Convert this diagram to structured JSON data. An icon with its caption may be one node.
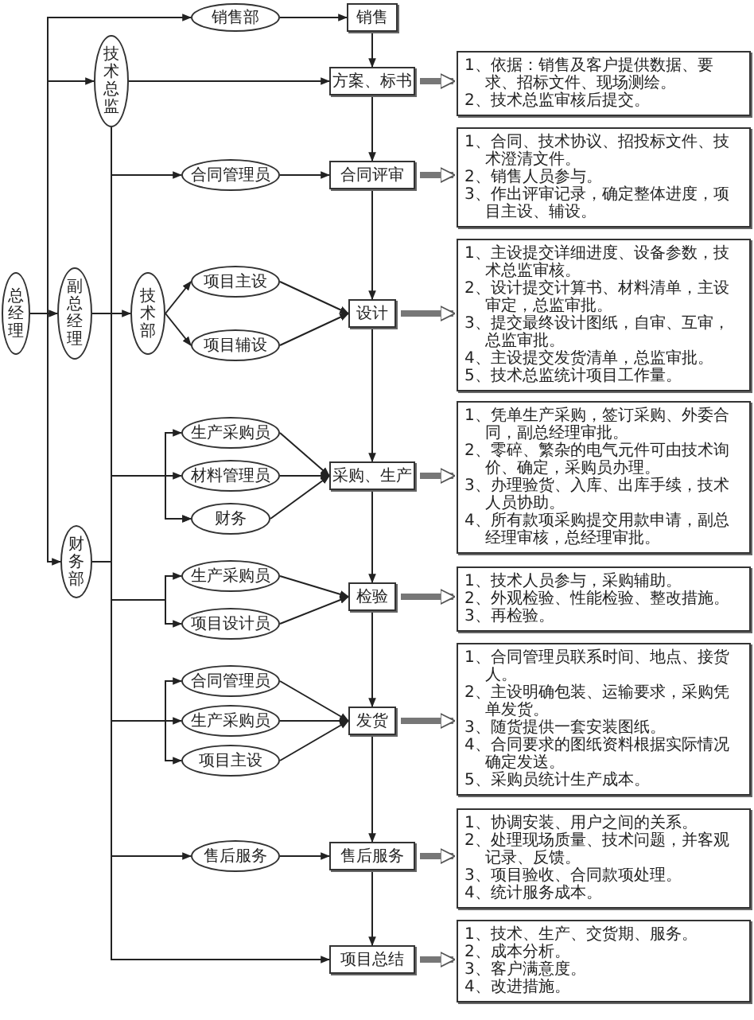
{
  "diagram": {
    "nodes": [
      {
        "text": [
          "总经理"
        ]
      },
      {
        "text": [
          "技术总监"
        ]
      },
      {
        "text": [
          "副总经理"
        ]
      },
      {
        "text": [
          "财务部"
        ]
      },
      {
        "text": [
          "技术部"
        ]
      },
      {
        "text": [
          "销售部"
        ]
      },
      {
        "text": [
          "合同管理员"
        ]
      },
      {
        "text": [
          "项目主设"
        ]
      },
      {
        "text": [
          "项目辅设"
        ]
      },
      {
        "text": [
          "生产采购员"
        ]
      },
      {
        "text": [
          "材料管理员"
        ]
      },
      {
        "text": [
          "财务"
        ]
      },
      {
        "text": [
          "生产采购员"
        ]
      },
      {
        "text": [
          "项目设计员"
        ]
      },
      {
        "text": [
          "合同管理员"
        ]
      },
      {
        "text": [
          "生产采购员"
        ]
      },
      {
        "text": [
          "项目主设"
        ]
      },
      {
        "text": [
          "售后服务"
        ]
      },
      {
        "text": [
          "销售"
        ]
      },
      {
        "text": [
          "方案、标书"
        ]
      },
      {
        "text": [
          "合同评审"
        ]
      },
      {
        "text": [
          "设计"
        ]
      },
      {
        "text": [
          "采购、生产"
        ]
      },
      {
        "text": [
          "检验"
        ]
      },
      {
        "text": [
          "发货"
        ]
      },
      {
        "text": [
          "售后服务"
        ]
      },
      {
        "text": [
          "项目总结"
        ]
      },
      {
        "text": [
          "1、依据：销售及客户提供数据、要求、招标文件、现场测绘。",
          "2、技术总监审核后提交。"
        ]
      },
      {
        "text": [
          "1、合同、技术协议、招投标文件、技术澄清文件。",
          "2、销售人员参与。",
          "3、作出评审记录，确定整体进度，项目主设、辅设。"
        ]
      },
      {
        "text": [
          "1、主设提交详细进度、设备参数，技术总监审核。",
          "2、设计提交计算书、材料清单，主设审定，总监审批。",
          "3、提交最终设计图纸，自审、互审，总监审批。",
          "4、主设提交发货清单，总监审批。",
          "5、技术总监统计项目工作量。"
        ]
      },
      {
        "text": [
          "1、凭单生产采购，签订采购、外委合同，副总经理审批。",
          "2、零碎、繁杂的电气元件可由技术询价、确定，采购员办理。",
          "3、办理验货、入库、出库手续，技术人员协助。",
          "4、所有款项采购提交用款申请，副总经理审核，总经理审批。"
        ]
      },
      {
        "text": [
          "1、技术人员参与，采购辅助。",
          "2、外观检验、性能检验、整改措施。",
          "3、再检验。"
        ]
      },
      {
        "text": [
          "1、合同管理员联系时间、地点、接货人。",
          "2、主设明确包装、运输要求，采购凭单发货。",
          "3、随货提供一套安装图纸。",
          "4、合同要求的图纸资料根据实际情况确定发送。",
          "5、采购员统计生产成本。"
        ]
      },
      {
        "text": [
          "1、协调安装、用户之间的关系。",
          "2、处理现场质量、技术问题，并客观记录、反馈。",
          "3、项目验收、合同款项处理。",
          "4、统计服务成本。"
        ]
      },
      {
        "text": [
          "1、技术、生产、交货期、服务。",
          "2、成本分析。",
          "3、客户满意度。",
          "4、改进措施。"
        ]
      }
    ],
    "edges": [
      {
        "from": 0,
        "to": 5,
        "arrow": "to"
      },
      {
        "from": 0,
        "to": 1,
        "arrow": "to"
      },
      {
        "from": 0,
        "to": 2,
        "arrow": "to"
      },
      {
        "from": 0,
        "to": 3,
        "arrow": "to"
      },
      {
        "from": 1,
        "to": 19,
        "arrow": "to"
      },
      {
        "from": 5,
        "to": 18,
        "arrow": "to"
      },
      {
        "from": 18,
        "to": 19,
        "arrow": "to"
      },
      {
        "from": 1,
        "to": 6,
        "arrow": "to"
      },
      {
        "from": 6,
        "to": 20,
        "arrow": "to"
      },
      {
        "from": 19,
        "to": 20,
        "arrow": "to"
      },
      {
        "from": 2,
        "to": 4,
        "arrow": "to"
      },
      {
        "from": 4,
        "to": 7,
        "arrow": "to"
      },
      {
        "from": 4,
        "to": 8,
        "arrow": "to"
      },
      {
        "from": 7,
        "to": 21,
        "arrow": "to"
      },
      {
        "from": 8,
        "to": 21,
        "arrow": "to"
      },
      {
        "from": 20,
        "to": 21,
        "arrow": "to"
      },
      {
        "from": 1,
        "to": 9,
        "arrow": "to"
      },
      {
        "from": 1,
        "to": 10,
        "arrow": "to"
      },
      {
        "from": 1,
        "to": 11,
        "arrow": "to"
      },
      {
        "from": 3,
        "to": 11,
        "arrow": "to"
      },
      {
        "from": 9,
        "to": 22,
        "arrow": "to"
      },
      {
        "from": 10,
        "to": 22,
        "arrow": "to"
      },
      {
        "from": 11,
        "to": 22,
        "arrow": "to"
      },
      {
        "from": 21,
        "to": 22,
        "arrow": "to"
      },
      {
        "from": 1,
        "to": 12,
        "arrow": "to"
      },
      {
        "from": 1,
        "to": 13,
        "arrow": "to"
      },
      {
        "from": 12,
        "to": 23,
        "arrow": "to"
      },
      {
        "from": 13,
        "to": 23,
        "arrow": "to"
      },
      {
        "from": 22,
        "to": 23,
        "arrow": "to"
      },
      {
        "from": 1,
        "to": 14,
        "arrow": "to"
      },
      {
        "from": 1,
        "to": 15,
        "arrow": "to"
      },
      {
        "from": 1,
        "to": 16,
        "arrow": "to"
      },
      {
        "from": 14,
        "to": 24,
        "arrow": "to"
      },
      {
        "from": 15,
        "to": 24,
        "arrow": "to"
      },
      {
        "from": 16,
        "to": 24,
        "arrow": "to"
      },
      {
        "from": 23,
        "to": 24,
        "arrow": "to"
      },
      {
        "from": 1,
        "to": 17,
        "arrow": "to"
      },
      {
        "from": 17,
        "to": 25,
        "arrow": "to"
      },
      {
        "from": 24,
        "to": 25,
        "arrow": "to"
      },
      {
        "from": 1,
        "to": 26,
        "arrow": "to"
      },
      {
        "from": 25,
        "to": 26,
        "arrow": "to"
      },
      {
        "from": 19,
        "to": 27,
        "arrow": "to",
        "style": "thick"
      },
      {
        "from": 20,
        "to": 28,
        "arrow": "to",
        "style": "thick"
      },
      {
        "from": 21,
        "to": 29,
        "arrow": "to",
        "style": "thick"
      },
      {
        "from": 22,
        "to": 30,
        "arrow": "to",
        "style": "thick"
      },
      {
        "from": 23,
        "to": 31,
        "arrow": "to",
        "style": "thick"
      },
      {
        "from": 24,
        "to": 32,
        "arrow": "to",
        "style": "thick"
      },
      {
        "from": 25,
        "to": 33,
        "arrow": "to",
        "style": "thick"
      },
      {
        "from": 26,
        "to": 34,
        "arrow": "to",
        "style": "thick"
      }
    ]
  }
}
